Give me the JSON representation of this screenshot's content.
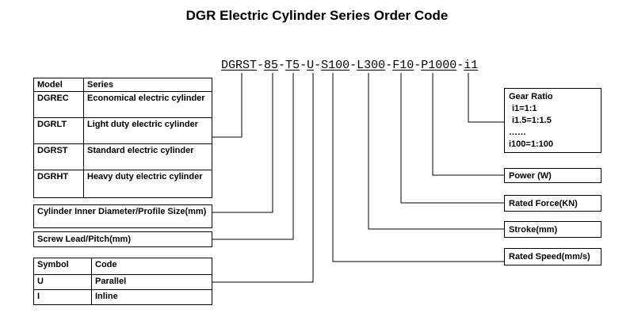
{
  "title": "DGR Electric Cylinder Series Order Code",
  "order_code": {
    "parts": [
      "DGRST",
      "85",
      "T5",
      "U",
      "S100",
      "L300",
      "F10",
      "P1000",
      "i1"
    ],
    "separator": "-"
  },
  "model_table": {
    "headers": [
      "Model",
      "Series"
    ],
    "rows": [
      [
        "DGREC",
        "Economical electric cylinder"
      ],
      [
        "DGRLT",
        "Light duty electric cylinder"
      ],
      [
        "DGRST",
        "Standard electric cylinder"
      ],
      [
        "DGRHT",
        "Heavy duty electric cylinder"
      ]
    ]
  },
  "diameter_label": "Cylinder Inner Diameter/Profile Size(mm)",
  "lead_label": "Screw Lead/Pitch(mm)",
  "symbol_table": {
    "headers": [
      "Symbol",
      "Code"
    ],
    "rows": [
      [
        "U",
        "Parallel"
      ],
      [
        "I",
        "Inline"
      ]
    ]
  },
  "gear_ratio": {
    "title": "Gear Ratio",
    "lines": [
      "i1=1:1",
      "i1.5=1:1.5",
      "……",
      "i100=1:100"
    ]
  },
  "power_label": "Power (W)",
  "force_label": "Rated Force(KN)",
  "stroke_label": "Stroke(mm)",
  "speed_label": "Rated Speed(mm/s)"
}
